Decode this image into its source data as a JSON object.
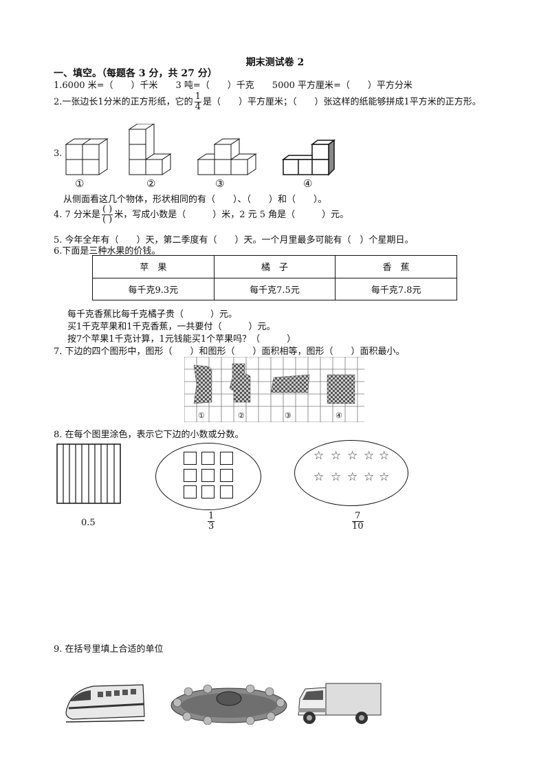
{
  "title": "期末测试卷 2",
  "section1": "一、填空。（每题各 3 分，共 27 分）",
  "q1": "1.6000 米=（　　）千米　　3 吨=（　　）千克　　5000 平方厘米=（　　）平方分米",
  "q2": {
    "before": "2.一张边长1分米的正方形纸，它的",
    "frac_num": "1",
    "frac_den": "4",
    "after": "是（　　）平方厘米；（　　）张这样的纸能够拼成1平方米的正方形。"
  },
  "q3": {
    "label": "3.",
    "marks": [
      "①",
      "②",
      "③",
      "④"
    ],
    "text": "从侧面看这几个物体，形状相同的有（　　）、（　　）和（　　）。"
  },
  "q4": {
    "before": "4. 7 分米是",
    "frac_num": "( )",
    "frac_den": "( )",
    "after": "米，写成小数是（　　　）米，2 元 5 角是（　　　）元。"
  },
  "q5": "5. 今年全年有（　　）天，第二季度有（　　）天。一个月里最多可能有（　）个星期日。",
  "q6": {
    "intro": "6.下面是三种水果的价钱。",
    "headers": [
      "苹　果",
      "橘　子",
      "香　蕉"
    ],
    "prices": [
      "每千克9.3元",
      "每千克7.5元",
      "每千克7.8元"
    ],
    "lines": [
      "每千克香蕉比每千克橘子贵（　　　）元。",
      "买1千克苹果和1千克香蕉，一共要付（　　　）元。",
      "按7个苹果1千克计算，1元钱能买1个苹果吗？（　　　）"
    ]
  },
  "q7": {
    "text": "7. 下边的四个图形中，图形（　　）和图形（　　）面积相等，图形（　　）面积最小。",
    "marks": [
      "①",
      "②",
      "③",
      "④"
    ]
  },
  "q8": {
    "text": "8. 在每个图里涂色，表示它下边的小数或分数。",
    "decimal": "0.5",
    "frac1_num": "1",
    "frac1_den": "3",
    "frac2_num": "7",
    "frac2_den": "10"
  },
  "q9": "9. 在括号里填上合适的单位"
}
